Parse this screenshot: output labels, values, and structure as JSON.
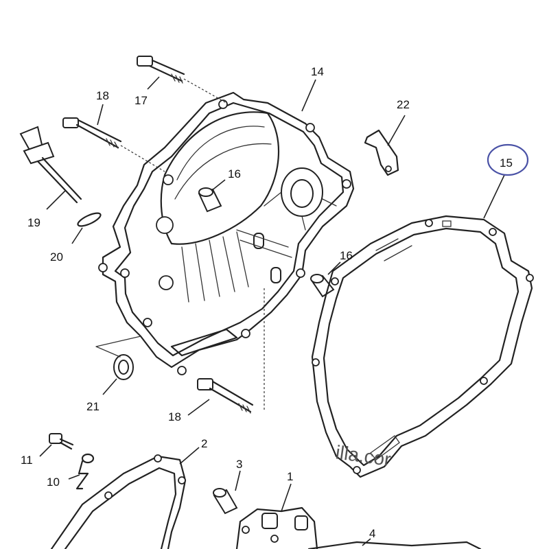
{
  "callouts": {
    "c1": "1",
    "c2": "2",
    "c3": "3",
    "c4": "4",
    "c10": "10",
    "c11": "11",
    "c14": "14",
    "c15": "15",
    "c16a": "16",
    "c16b": "16",
    "c17": "17",
    "c18a": "18",
    "c18b": "18",
    "c19": "19",
    "c20": "20",
    "c21": "21",
    "c22": "22"
  },
  "highlighted_callout": "15",
  "watermark": "illa.cor",
  "colors": {
    "line": "#222222",
    "highlight": "#4a52a6",
    "background": "#ffffff"
  }
}
